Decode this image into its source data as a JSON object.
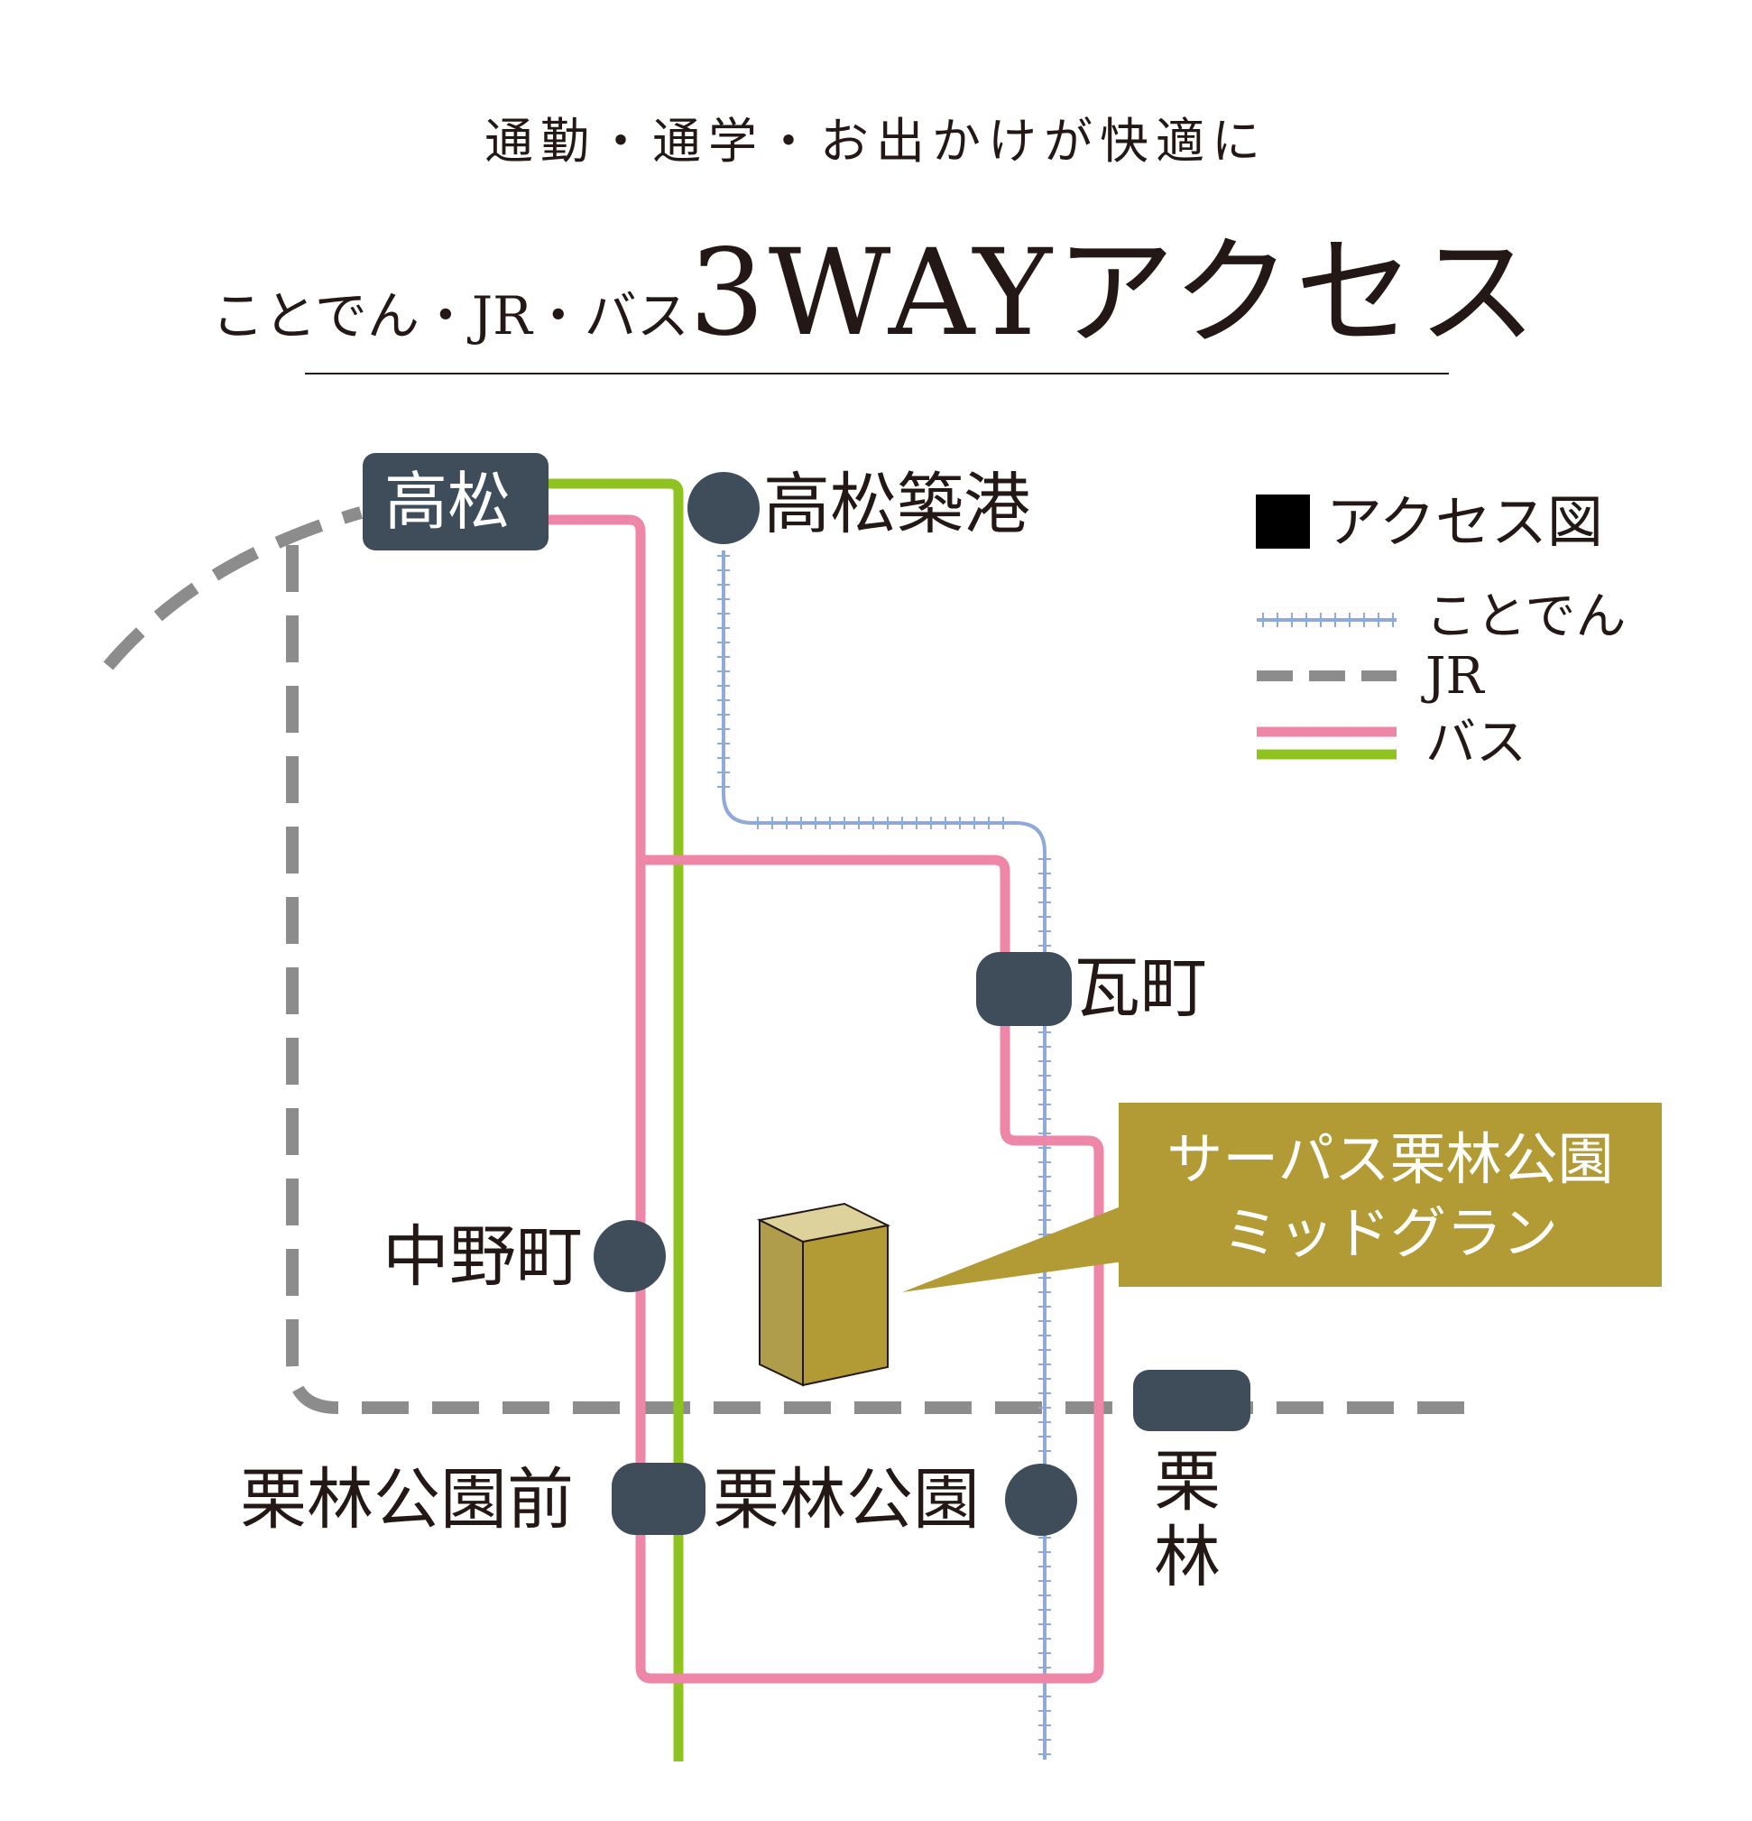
{
  "header": {
    "subtitle": "通勤・通学・お出かけが快適に",
    "title_prefix": "ことでん・JR・バス",
    "title_main": "3WAYアクセス"
  },
  "legend": {
    "title": "アクセス図",
    "items": [
      {
        "label": "ことでん",
        "color": "#8fa9d8",
        "style": "rail-ticks"
      },
      {
        "label": "JR",
        "color": "#8c8c8c",
        "style": "dashed"
      },
      {
        "label": "バス",
        "colors": [
          "#ee86a7",
          "#8fc31f"
        ],
        "style": "double-solid"
      }
    ]
  },
  "stations": {
    "takamatsu": "高松",
    "takamatsu_chikko": "高松築港",
    "kawaramachi": "瓦町",
    "nakanomachi": "中野町",
    "ritsurin_koen_mae": "栗林公園前",
    "ritsurin_koen": "栗林公園",
    "ritsurin_jr": "栗林"
  },
  "property": {
    "line1": "サーパス栗林公園",
    "line2": "ミッドグラン"
  },
  "colors": {
    "station_fill": "#3f4d5a",
    "kotoden": "#8fa9d8",
    "jr": "#8c8c8c",
    "bus_pink": "#ee86a7",
    "bus_green": "#8fc31f",
    "property": "#b29a35",
    "text": "#231815"
  }
}
